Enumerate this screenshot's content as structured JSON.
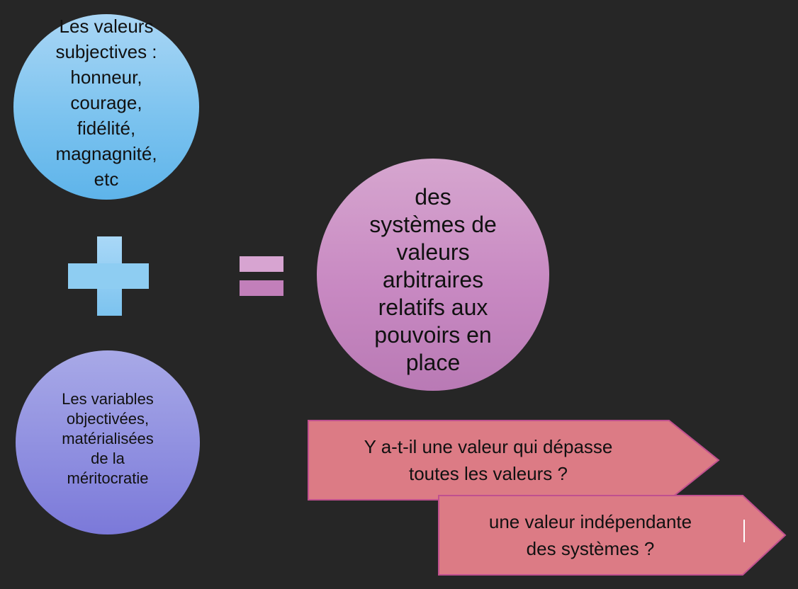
{
  "diagram": {
    "circle_top_text": "Les valeurs\nsubjectives :\nhonneur,\ncourage,\nfidélité,\nmagnagnité,\netc",
    "circle_bottom_text": "Les variables\nobjectivées,\nmatérialisées\nde la\nméritocratie",
    "circle_right_text": "des\nsystèmes de\nvaleurs\narbitraires\nrelatifs aux\npouvoirs en\nplace",
    "arrow_1_text": "Y a-t-il une valeur qui dépasse\ntoutes les valeurs ?",
    "arrow_2_text": "une valeur indépendante\ndes systèmes ?"
  },
  "colors": {
    "background": "#262626",
    "circle_top": "#7cc3ef",
    "circle_bottom": "#8f8fe0",
    "circle_right": "#c889c2",
    "arrow_fill": "#dc7b85",
    "arrow_border": "#c0508f"
  },
  "icons": {
    "plus": "plus-icon",
    "equals": "equals-icon"
  }
}
